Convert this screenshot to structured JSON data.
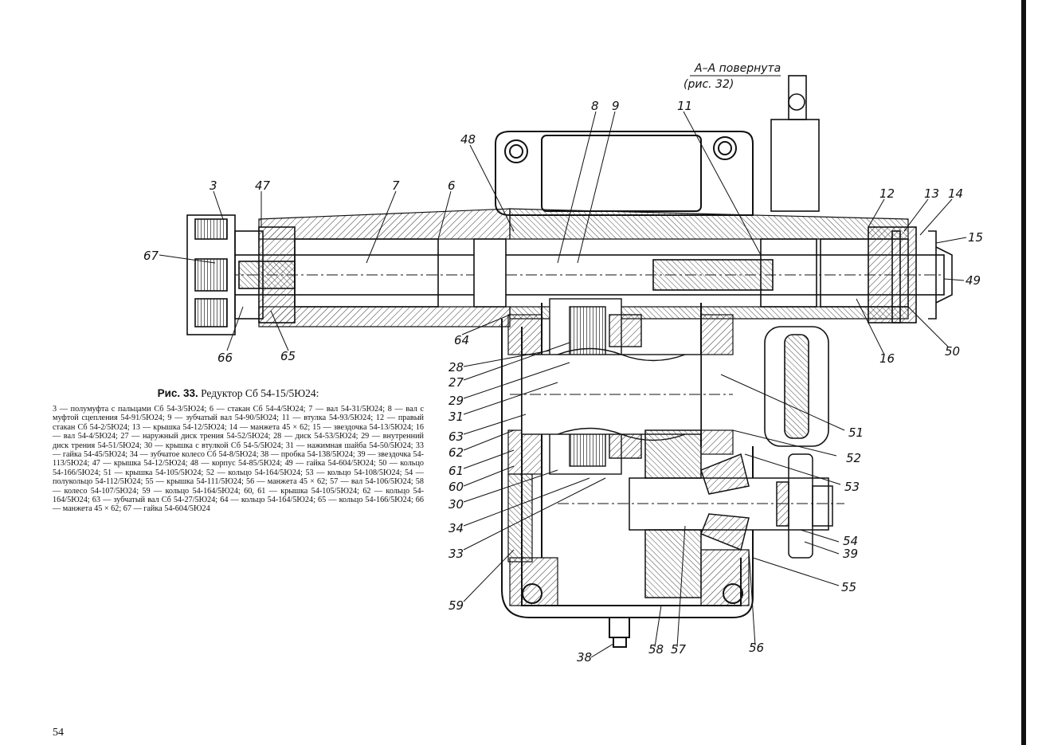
{
  "figure": {
    "section_label_line1": "А–А повернута",
    "section_label_line2": "(рис. 32)",
    "caption_prefix": "Рис. 33.",
    "caption_title": "Редуктор Сб 54-15/5Ю24:",
    "caption_body": "3 — полумуфта с пальцами Сб 54-3/5Ю24; 6 — стакан Сб 54-4/5Ю24; 7 — вал 54-31/5Ю24; 8 — вал с муфтой сцепления 54-91/5Ю24; 9 — зубчатый вал 54-90/5Ю24; 11 — втулка 54-93/5Ю24; 12 — правый стакан Сб 54-2/5Ю24; 13 — крышка 54-12/5Ю24; 14 — манжета 45 × 62; 15 — звездочка 54-13/5Ю24; 16 — вал 54-4/5Ю24; 27 — наружный диск трения 54-52/5Ю24; 28 — диск 54-53/5Ю24; 29 — внутренний диск трения 54-51/5Ю24; 30 — крышка с втулкой Сб 54-5/5Ю24; 31 — нажимная шайба 54-50/5Ю24; 33 — гайка 54-45/5Ю24; 34 — зубчатое колесо Сб 54-8/5Ю24; 38 — пробка 54-138/5Ю24; 39 — звездочка 54-113/5Ю24; 47 — крышка 54-12/5Ю24; 48 — корпус 54-85/5Ю24; 49 — гайка 54-604/5Ю24; 50 — кольцо 54-166/5Ю24; 51 — крышка 54-105/5Ю24; 52 — кольцо 54-164/5Ю24; 53 — кольцо 54-108/5Ю24; 54 — полукольцо 54-112/5Ю24; 55 — крышка 54-111/5Ю24; 56 — манжета 45 × 62; 57 — вал 54-106/5Ю24; 58 — колесо 54-107/5Ю24; 59 — кольцо 54-164/5Ю24; 60, 61 — крышка 54-105/5Ю24; 62 — кольцо 54-164/5Ю24; 63 — зубчатый вал Сб 54-27/5Ю24; 64 — кольцо 54-164/5Ю24; 65 — кольцо 54-166/5Ю24; 66 — манжета 45 × 62; 67 — гайка 54-604/5Ю24"
  },
  "callouts": {
    "n3": "3",
    "n47": "47",
    "n7": "7",
    "n6": "6",
    "n48": "48",
    "n8": "8",
    "n9": "9",
    "n11": "11",
    "n12": "12",
    "n13": "13",
    "n14": "14",
    "n15": "15",
    "n49": "49",
    "n67": "67",
    "n66": "66",
    "n65": "65",
    "n64": "64",
    "n16": "16",
    "n50": "50",
    "n28": "28",
    "n27": "27",
    "n29": "29",
    "n31": "31",
    "n63": "63",
    "n62": "62",
    "n61": "61",
    "n60": "60",
    "n30": "30",
    "n34": "34",
    "n33": "33",
    "n59": "59",
    "n51": "51",
    "n52": "52",
    "n53": "53",
    "n54": "54",
    "n39": "39",
    "n55": "55",
    "n56": "56",
    "n57": "57",
    "n58": "58",
    "n38": "38"
  },
  "page": {
    "number": "54"
  },
  "colors": {
    "ink": "#111111",
    "paper": "#ffffff",
    "hatch": "#333333"
  }
}
